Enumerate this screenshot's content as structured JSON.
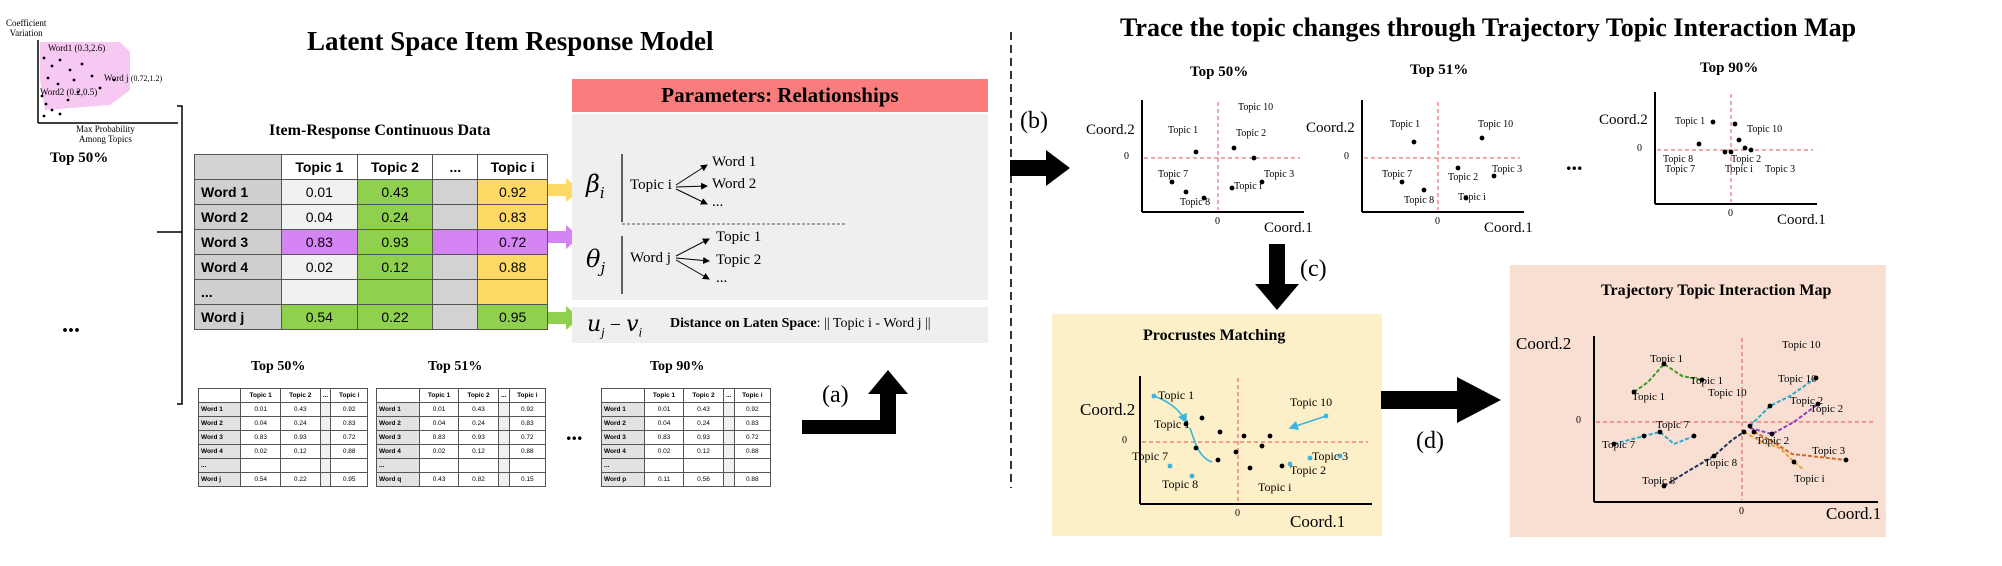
{
  "left": {
    "title": "Latent Space Item Response Model",
    "mini_plot": {
      "ylabel_line1": "Coefficient",
      "ylabel_line2": "Variation",
      "xlabel_line1": "Max Probability",
      "xlabel_line2": "Among Topics",
      "label_a": "Word1 (0.3,2.6)",
      "label_b": "Word j",
      "label_b_val": "(0.72,1.2)",
      "label_c": "Word2 (0.2,0.5)"
    },
    "top_label": "Top 50%",
    "ellipsis": "...",
    "table_title": "Item-Response Continuous Data",
    "table": {
      "headers": [
        "",
        "Topic 1",
        "Topic 2",
        "...",
        "Topic i"
      ],
      "rows": [
        {
          "label": "Word 1",
          "cells": [
            "0.01",
            "0.43",
            "",
            "0.92"
          ]
        },
        {
          "label": "Word 2",
          "cells": [
            "0.04",
            "0.24",
            "",
            "0.83"
          ]
        },
        {
          "label": "Word 3",
          "cells": [
            "0.83",
            "0.93",
            "",
            "0.72"
          ]
        },
        {
          "label": "Word 4",
          "cells": [
            "0.02",
            "0.12",
            "",
            "0.88"
          ]
        },
        {
          "label": "...",
          "cells": [
            "",
            "",
            "",
            ""
          ]
        },
        {
          "label": "Word j",
          "cells": [
            "0.54",
            "0.22",
            "",
            "0.95"
          ]
        }
      ]
    },
    "small_tables": [
      {
        "title": "Top 50%",
        "headers": [
          "",
          "Topic 1",
          "Topic 2",
          "...",
          "Topic i"
        ],
        "rows": [
          [
            "Word 1",
            "0.01",
            "0.43",
            "",
            "0.92"
          ],
          [
            "Word 2",
            "0.04",
            "0.24",
            "",
            "0.83"
          ],
          [
            "Word 3",
            "0.83",
            "0.93",
            "",
            "0.72"
          ],
          [
            "Word 4",
            "0.02",
            "0.12",
            "",
            "0.88"
          ],
          [
            "...",
            "",
            "",
            "",
            ""
          ],
          [
            "Word j",
            "0.54",
            "0.22",
            "",
            "0.95"
          ]
        ]
      },
      {
        "title": "Top 51%",
        "headers": [
          "",
          "Topic 1",
          "Topic 2",
          "...",
          "Topic i"
        ],
        "rows": [
          [
            "Word 1",
            "0.01",
            "0.43",
            "",
            "0.92"
          ],
          [
            "Word 2",
            "0.04",
            "0.24",
            "",
            "0.83"
          ],
          [
            "Word 3",
            "0.83",
            "0.93",
            "",
            "0.72"
          ],
          [
            "Word 4",
            "0.02",
            "0.12",
            "",
            "0.88"
          ],
          [
            "...",
            "",
            "",
            "",
            ""
          ],
          [
            "Word q",
            "0.43",
            "0.82",
            "",
            "0.15"
          ]
        ]
      },
      {
        "title": "Top 90%",
        "headers": [
          "",
          "Topic 1",
          "Topic 2",
          "...",
          "Topic i"
        ],
        "rows": [
          [
            "Word 1",
            "0.01",
            "0.43",
            "",
            "0.92"
          ],
          [
            "Word 2",
            "0.04",
            "0.24",
            "",
            "0.83"
          ],
          [
            "Word 3",
            "0.83",
            "0.93",
            "",
            "0.72"
          ],
          [
            "Word 4",
            "0.02",
            "0.12",
            "",
            "0.88"
          ],
          [
            "...",
            "",
            "",
            "",
            ""
          ],
          [
            "Word p",
            "0.11",
            "0.56",
            "",
            "0.88"
          ]
        ]
      }
    ],
    "small_ellipsis": "...",
    "step_a": "(a)"
  },
  "params": {
    "header": "Parameters: Relationships",
    "beta_symbol": "β",
    "beta_sub": "i",
    "beta_source": "Topic i",
    "beta_targets": [
      "Word 1",
      "Word 2",
      "..."
    ],
    "theta_symbol": "θ",
    "theta_sub": "j",
    "theta_source": "Word j",
    "theta_targets": [
      "Topic 1",
      "Topic 2",
      "..."
    ],
    "dist_symbol": "u",
    "dist_symbol_sub": "j",
    "dist_minus": " − ",
    "dist_symbol2": "v",
    "dist_symbol2_sub": "i",
    "dist_label": "Distance on Laten Space",
    "dist_formula": ": || Topic i - Word j ||"
  },
  "right": {
    "title": "Trace the topic changes through Trajectory Topic Interaction Map",
    "step_b": "(b)",
    "step_c": "(c)",
    "step_d": "(d)",
    "dots": "...",
    "maps": [
      {
        "title": "Top 50%",
        "ylabel": "Coord.2",
        "xlabel": "Coord.1",
        "zero": "0",
        "labels": [
          "Topic 10",
          "Topic 1",
          "Topic 2",
          "Topic 7",
          "Topic 3",
          "Topic 8",
          "Topic i"
        ]
      },
      {
        "title": "Top 51%",
        "ylabel": "Coord.2",
        "xlabel": "Coord.1",
        "zero": "0",
        "labels": [
          "Topic 1",
          "Topic 10",
          "Topic 7",
          "Topic 3",
          "Topic 2",
          "Topic 8",
          "Topic i"
        ]
      },
      {
        "title": "Top 90%",
        "ylabel": "Coord.2",
        "xlabel": "Coord.1",
        "zero": "0",
        "labels": [
          "Topic 1",
          "Topic 10",
          "Topic 8",
          "Topic 2",
          "Topic 7",
          "Topic i",
          "Topic 3"
        ]
      }
    ],
    "procrustes": {
      "title": "Procrustes Matching",
      "ylabel": "Coord.2",
      "xlabel": "Coord.1",
      "zero": "0",
      "labels": [
        "Topic 1",
        "Topic 10",
        "Topic 1",
        "Topic 3",
        "Topic 7",
        "Topic 2",
        "Topic 8",
        "Topic i"
      ]
    },
    "trajectory": {
      "title": "Trajectory Topic Interaction Map",
      "ylabel": "Coord.2",
      "xlabel": "Coord.1",
      "zero": "0",
      "labels": [
        "Topic 1",
        "Topic 10",
        "Topic 1",
        "Topic 1",
        "Topic 10",
        "Topic 10",
        "Topic 2",
        "Topic 7",
        "Topic 7",
        "Topic 2",
        "Topic 2",
        "Topic 3",
        "Topic 8",
        "Topic 8",
        "Topic i"
      ]
    }
  },
  "colors": {
    "param_header": "#fb7c7c",
    "green": "#8fd14f",
    "yellow": "#ffd966",
    "purple": "#d584f3",
    "cyan": "#3ab4e0",
    "red_dash": "#e05050"
  }
}
